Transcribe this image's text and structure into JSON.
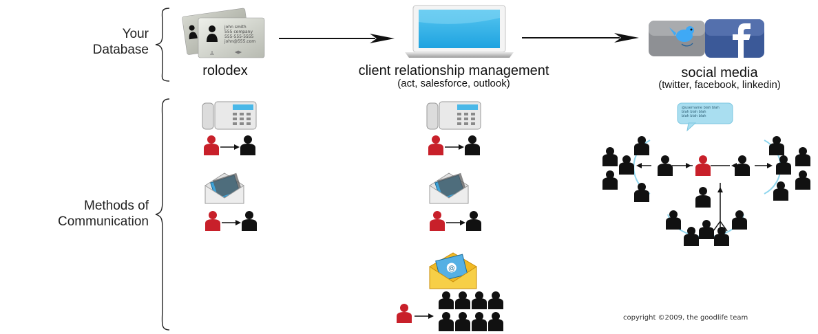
{
  "rows": {
    "database": {
      "label_line1": "Your",
      "label_line2": "Database"
    },
    "methods": {
      "label_line1": "Methods of",
      "label_line2": "Communication"
    }
  },
  "columns": [
    {
      "title": "rolodex",
      "subtitle": ""
    },
    {
      "title": "client relationship management",
      "subtitle": "(act, salesforce, outlook)"
    },
    {
      "title": "social media",
      "subtitle": "(twitter, facebook, linkedin)"
    }
  ],
  "card_lines": [
    "john smith",
    "555 company",
    "555-555-5555",
    "john@555.com"
  ],
  "speech_bubble": [
    "@username blah blah",
    "blah blah blah",
    "blah blah blah"
  ],
  "copyright": "copyright ©2009, the goodlife team",
  "icons": {
    "rolodex": "business-card-icon",
    "crm": "laptop-icon",
    "social": [
      "twitter-icon",
      "facebook-icon"
    ],
    "phone": "telephone-icon",
    "mail": "envelope-icon",
    "mass_mail": "email-envelope-icon"
  },
  "colors": {
    "sender": "#c8202a",
    "recipient": "#111111",
    "network_ring": "#8fd6ee",
    "screen": "#35b6ea",
    "facebook": "#3b5998",
    "twitter_bg": "#8e9094"
  }
}
